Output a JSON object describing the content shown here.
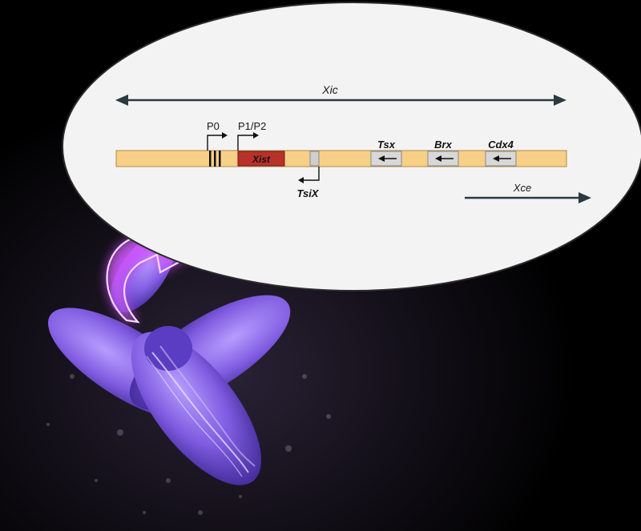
{
  "diagram": {
    "region_label": "Xic",
    "xce_label": "Xce",
    "promoters": [
      {
        "id": "p0",
        "label": "P0"
      },
      {
        "id": "p1p2",
        "label": "P1/P2"
      }
    ],
    "genes": [
      {
        "id": "xist",
        "label": "Xist",
        "color": "#b8322a"
      },
      {
        "id": "tsix",
        "label": "TsiX",
        "color": "#cfcfcf"
      },
      {
        "id": "tsx",
        "label": "Tsx",
        "color": "#d8d8d8"
      },
      {
        "id": "brx",
        "label": "Brx",
        "color": "#d8d8d8"
      },
      {
        "id": "cdx4",
        "label": "Cdx4",
        "color": "#d8d8d8"
      }
    ],
    "colors": {
      "chromosome_bar": "#f7cf86",
      "bubble": "#f3f3f3",
      "arrow": "#2a3a40",
      "chromosome": "#7f5be0",
      "glow": "#d84cff"
    },
    "icons": {
      "pointer": "curved-arrow-icon",
      "chromosome": "x-chromosome-icon"
    }
  }
}
